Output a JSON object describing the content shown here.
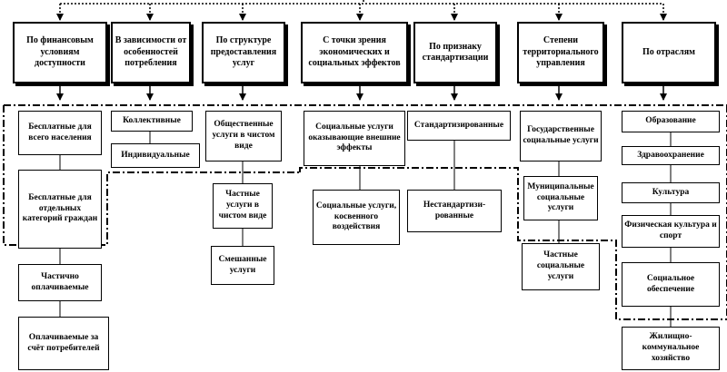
{
  "headers": [
    "По финансовым условиям доступности",
    "В зависимости от особенностей потребления",
    "По структуре предоставления услуг",
    "С точки зрения экономических и социальных эффектов",
    "По признаку стандартизации",
    "Степени территориального управления",
    "По отраслям"
  ],
  "col1": [
    "Бесплатные для всего населения",
    "Бесплатные для отдельных категорий граждан",
    "Частично оплачиваемые",
    "Оплачиваемые за счёт потребителей"
  ],
  "col2": [
    "Коллективные",
    "Индивидуальные"
  ],
  "col3": [
    "Общественные услуги в чистом виде",
    "Частные услуги в чистом виде",
    "Смешанные услуги"
  ],
  "col4": [
    "Социальные услуги оказывающие внешние эффекты",
    "Социальные услуги, косвенного воздействия"
  ],
  "col5": [
    "Стандартизированные",
    "Нестандартизи-рованные"
  ],
  "col6": [
    "Государственные социальные услуги",
    "Муниципальные социальные услуги",
    "Частные социальные услуги"
  ],
  "col7": [
    "Образование",
    "Здравоохранение",
    "Культура",
    "Физическая культура и спорт",
    "Социальное обеспечение",
    "Жилищно-коммунальное хозяйство"
  ]
}
